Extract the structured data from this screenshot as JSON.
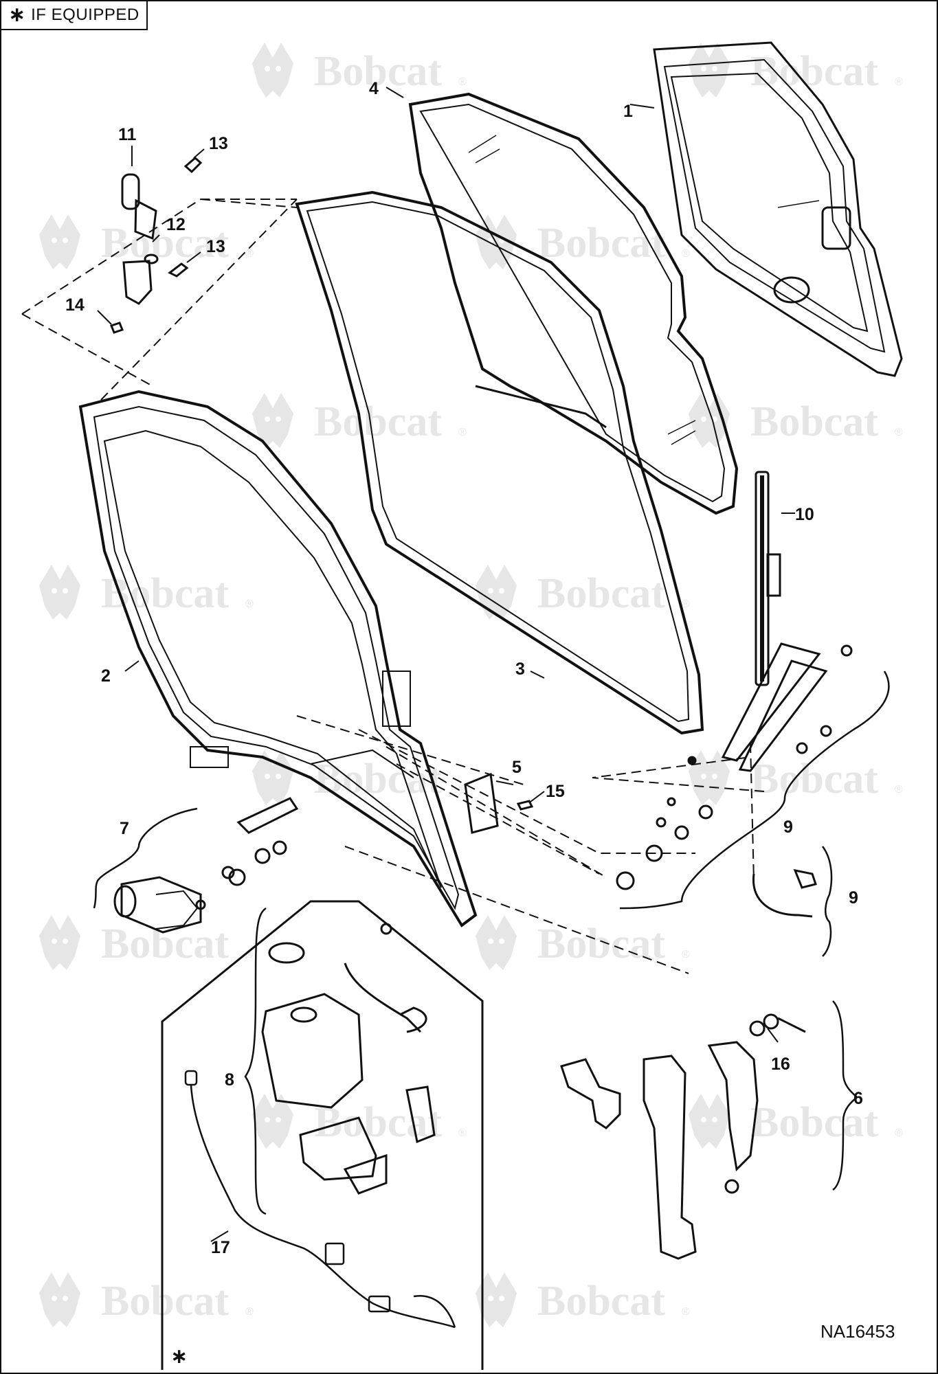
{
  "header": {
    "star": "∗",
    "label": "IF EQUIPPED"
  },
  "watermark": {
    "brand": "Bobcat",
    "reg": "®",
    "color": "#e6e6e6"
  },
  "footer": {
    "code": "NA16453",
    "asterisk": "∗"
  },
  "callouts": {
    "c1": "1",
    "c2": "2",
    "c3": "3",
    "c4": "4",
    "c5": "5",
    "c6": "6",
    "c7": "7",
    "c8": "8",
    "c9a": "9",
    "c9b": "9",
    "c10": "10",
    "c11": "11",
    "c12": "12",
    "c13a": "13",
    "c13b": "13",
    "c14": "14",
    "c15": "15",
    "c16": "16",
    "c17": "17"
  },
  "icons": {
    "star": "asterisk-icon",
    "watermark": "bobcat-logo-icon"
  }
}
